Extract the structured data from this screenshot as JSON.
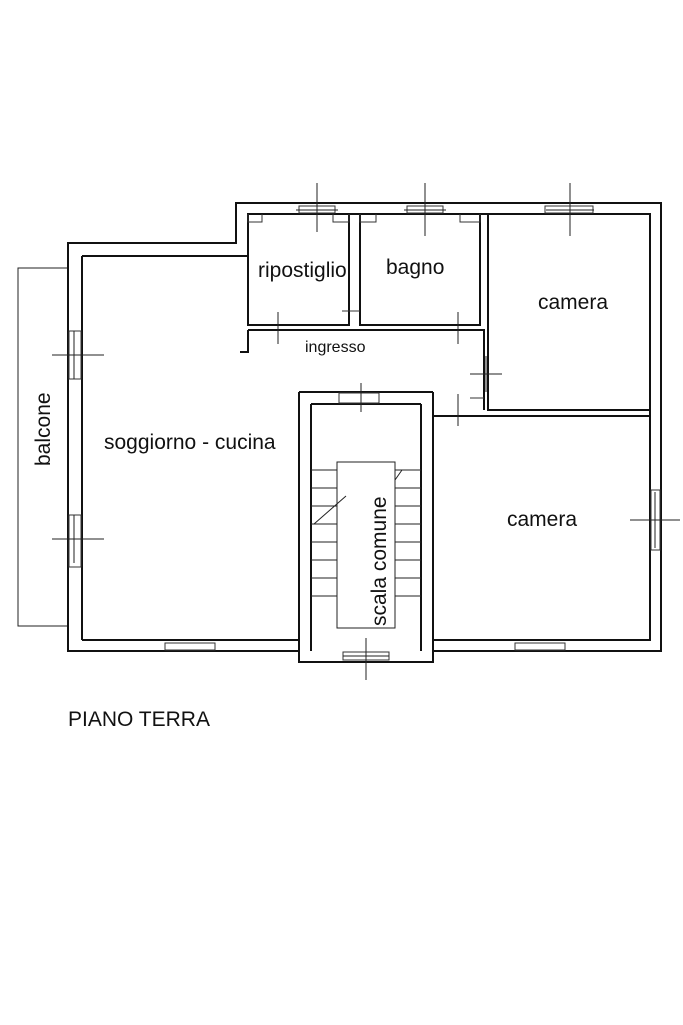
{
  "rooms": {
    "ripostiglio": "ripostiglio",
    "bagno": "bagno",
    "camera_top": "camera",
    "ingresso": "ingresso",
    "soggiorno": "soggiorno - cucina",
    "camera_bottom": "camera",
    "scala": "scala comune",
    "balcone": "balcone"
  },
  "caption": "PIANO TERRA"
}
